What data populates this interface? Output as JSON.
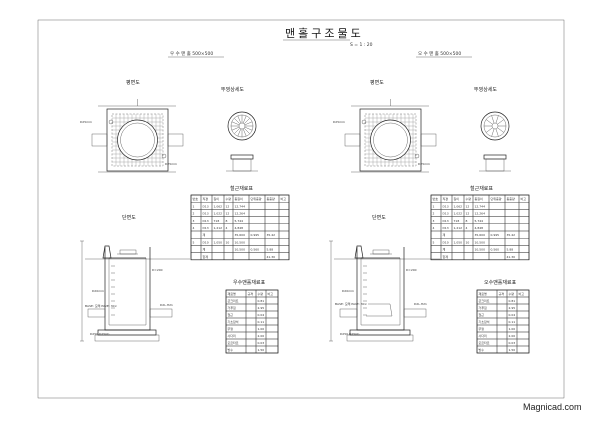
{
  "sheet": {
    "title": "맨홀구조물도",
    "scale": "S = 1 : 20",
    "watermark": "Magnicad.com"
  },
  "left": {
    "heading": "우 수 맨 홀  500×500",
    "plan_label": "평면도",
    "cover_label": "뚜껑상세도",
    "section_label": "단면도",
    "rebar_label": "철근재료표",
    "qty_label": "우수맨홀재료표",
    "callouts": [
      "D25mm",
      "D25mm",
      "D=200",
      "D20mm",
      "BASE: 모래 PAVE: 30×",
      "D2L.H21",
      "D250,D25(0)"
    ]
  },
  "right": {
    "heading": "오 수 맨 홀  500×500",
    "plan_label": "평면도",
    "cover_label": "뚜껑상세도",
    "section_label": "단면도",
    "rebar_label": "철근재료표",
    "qty_label": "오수맨홀재료표",
    "callouts": [
      "D25mm",
      "D25mm",
      "D=200",
      "D20mm",
      "BASE: 모래 PAVE: 30×",
      "D2L.H21",
      "D250,D25(0)"
    ]
  },
  "rebar_table": {
    "headers": [
      "번호",
      "직경",
      "길이",
      "수량",
      "총길이",
      "단위중량",
      "총중량",
      "비고"
    ],
    "rows": [
      [
        "1",
        "D13",
        "1,062",
        "12",
        "12,744",
        "",
        "",
        ""
      ],
      [
        "2",
        "D13",
        "1,022",
        "12",
        "12,264",
        "",
        "",
        ""
      ],
      [
        "3",
        "D13",
        "718",
        "8",
        "5,744",
        "",
        "",
        ""
      ],
      [
        "4",
        "D13",
        "1,212",
        "4",
        "4,848",
        "",
        "",
        ""
      ],
      [
        "",
        "계",
        "",
        "",
        "35,600",
        "0.995",
        "35.42",
        ""
      ],
      [
        "5",
        "D10",
        "1,050",
        "10",
        "10,500",
        "",
        "",
        ""
      ],
      [
        "",
        "계",
        "",
        "",
        "10,500",
        "0.560",
        "5.88",
        ""
      ],
      [
        "",
        "합계",
        "",
        "",
        "",
        "",
        "41.30",
        ""
      ]
    ]
  },
  "qty_table": {
    "headers": [
      "재료명",
      "규격",
      "수량",
      "비고"
    ],
    "rows": [
      [
        "콘크리트",
        "",
        "0.81",
        ""
      ],
      [
        "거푸집",
        "",
        "2.95",
        ""
      ],
      [
        "철근",
        "",
        "0.04",
        ""
      ],
      [
        "기초잡석",
        "",
        "0.11",
        ""
      ],
      [
        "뚜껑",
        "",
        "1.00",
        ""
      ],
      [
        "사다리",
        "",
        "2.00",
        ""
      ],
      [
        "모르타르",
        "",
        "0.03",
        ""
      ],
      [
        "방수",
        "",
        "1.50",
        ""
      ]
    ]
  }
}
